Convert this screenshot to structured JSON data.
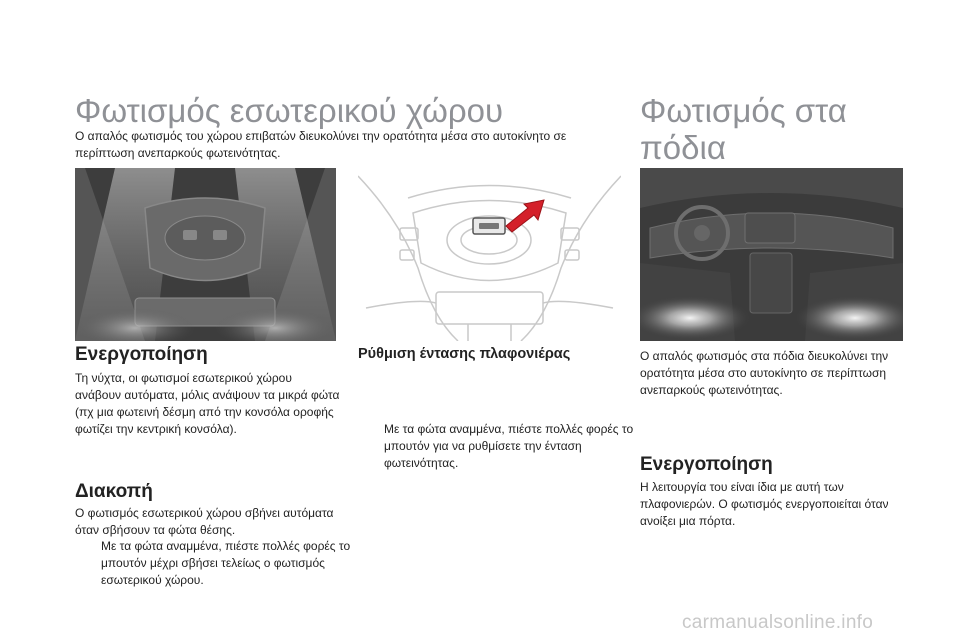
{
  "left": {
    "title": "Φωτισμός εσωτερικού χώρου",
    "intro": "Ο απαλός φωτισμός του χώρου επιβατών διευκολύνει την ορατότητα μέσα στο αυτοκίνητο σε περίπτωση ανεπαρκούς φωτεινότητας.",
    "activation": {
      "heading": "Ενεργοποίηση",
      "text": "Τη νύχτα, οι φωτισμοί εσωτερικού χώρου ανάβουν αυτόματα, μόλις ανάψουν τα μικρά φώτα (πχ μια φωτεινή δέσμη από την κονσόλα οροφής φωτίζει την κεντρική κονσόλα)."
    },
    "stop": {
      "heading": "Διακοπή",
      "text": "Ο φωτισμός εσωτερικού χώρου σβήνει αυτόματα όταν σβήσουν τα φώτα θέσης.",
      "bullet": "Με τα φώτα αναμμένα, πιέστε πολλές φορές το μπουτόν μέχρι σβήσει τελείως ο φωτισμός εσωτερικού χώρου."
    }
  },
  "middle": {
    "heading": "Ρύθμιση έντασης πλαφονιέρας",
    "bullet": "Με τα φώτα αναμμένα, πιέστε πολλές φορές το μπουτόν για να ρυθμίσετε την ένταση φωτεινότητας."
  },
  "right": {
    "title_line1": "Φωτισμός στα",
    "title_line2": "πόδια",
    "intro": "Ο απαλός φωτισμός στα πόδια διευκολύνει την ορατότητα μέσα στο αυτοκίνητο σε περίπτωση ανεπαρκούς φωτεινότητας.",
    "activation": {
      "heading": "Ενεργοποίηση",
      "text": "Η λειτουργία του είναι ίδια με αυτή των πλαφονιερών. Ο φωτισμός ενεργοποιείται όταν ανοίξει μια πόρτα."
    }
  },
  "bullet_mark": "",
  "footer": "carmanualsonline.info",
  "colors": {
    "title": "#8f9196",
    "photo_bg": "#3a3a3a",
    "arrow": "#d4202a"
  }
}
